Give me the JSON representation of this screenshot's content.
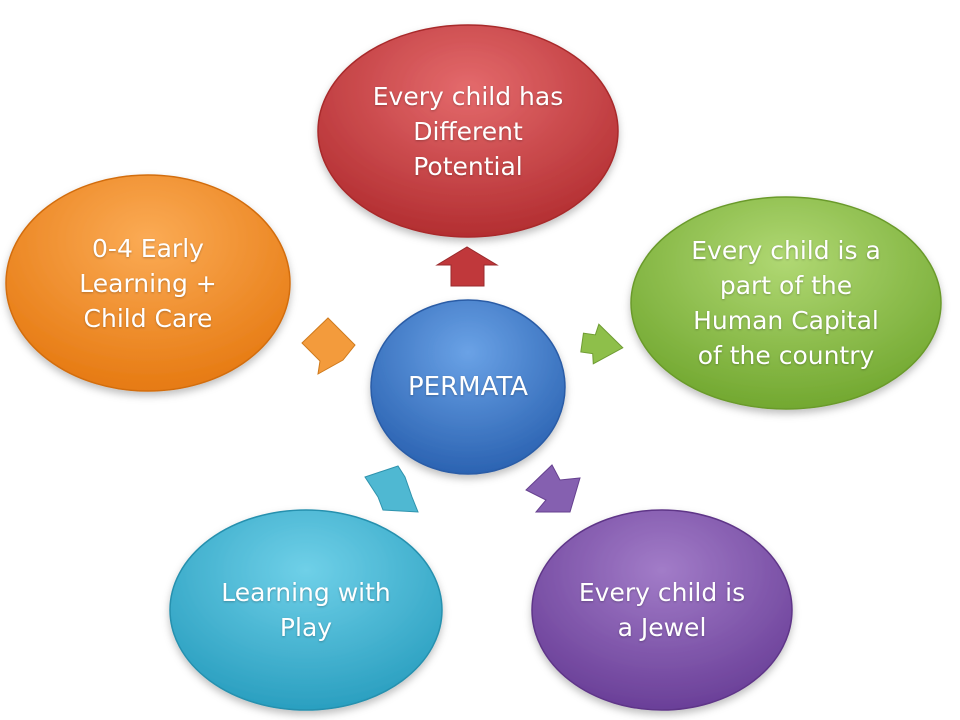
{
  "center": {
    "label": "PERMATA",
    "color": "#3a78c8"
  },
  "nodes": [
    {
      "id": "top",
      "label": "Every child has\nDifferent\nPotential",
      "color": "#c0383b",
      "arrow_color": "#c0383b"
    },
    {
      "id": "right",
      "label": "Every child is a\npart of the\nHuman Capital\nof the country",
      "color": "#84b93f",
      "arrow_color": "#8ebf4a"
    },
    {
      "id": "bottom-right",
      "label": "Every child is\na Jewel",
      "color": "#7a4ea8",
      "arrow_color": "#8560b0"
    },
    {
      "id": "bottom-left",
      "label": "Learning with\nPlay",
      "color": "#36b0cf",
      "arrow_color": "#4fb8d2"
    },
    {
      "id": "left",
      "label": "0-4 Early\nLearning +\nChild Care",
      "color": "#f0861e",
      "arrow_color": "#f39b3c"
    }
  ]
}
